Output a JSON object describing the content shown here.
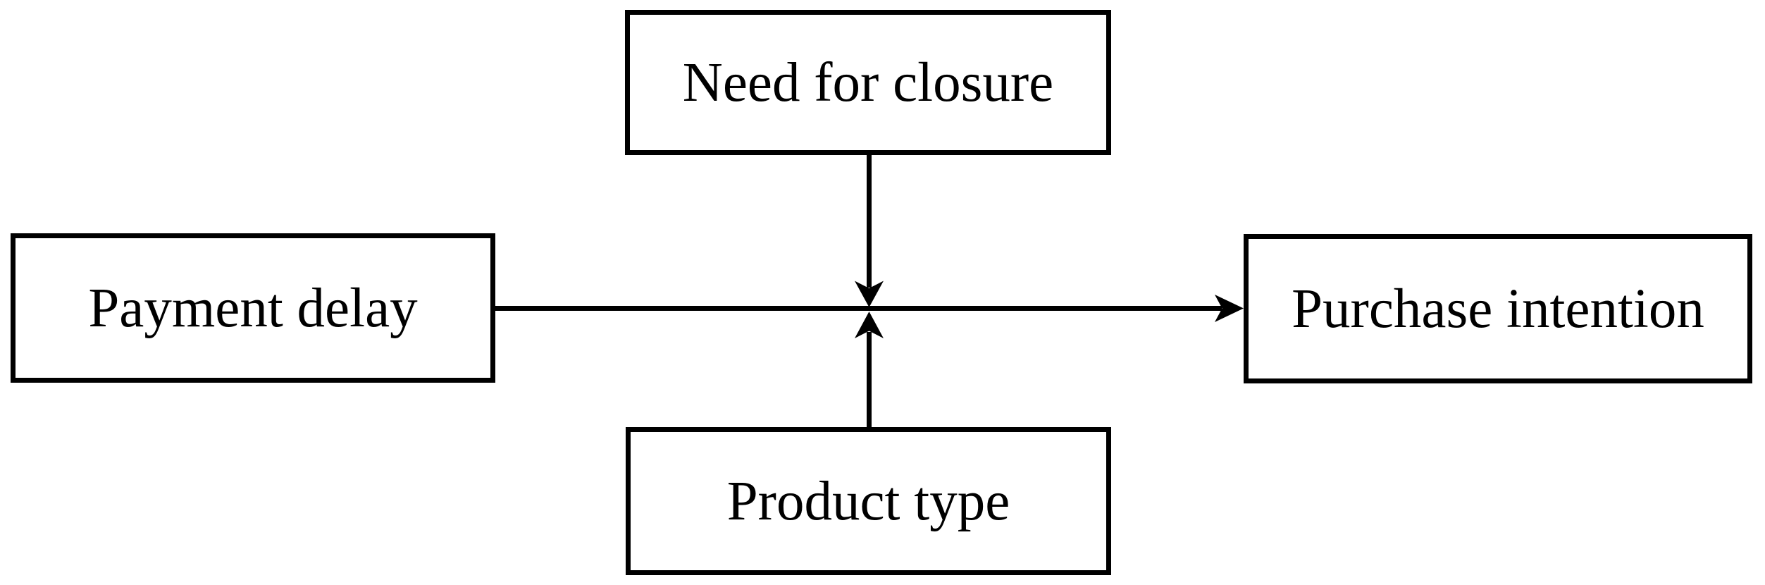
{
  "diagram": {
    "type": "conceptual-moderation-model",
    "nodes": {
      "need_for_closure": {
        "label": "Need for closure",
        "role": "moderator",
        "position": "top-center"
      },
      "payment_delay": {
        "label": "Payment delay",
        "role": "independent-variable",
        "position": "middle-left"
      },
      "purchase_intention": {
        "label": "Purchase intention",
        "role": "dependent-variable",
        "position": "middle-right"
      },
      "product_type": {
        "label": "Product type",
        "role": "moderator",
        "position": "bottom-center"
      }
    },
    "edges": [
      {
        "from": "payment_delay",
        "to": "purchase_intention",
        "style": "straight-arrow-right"
      },
      {
        "from": "need_for_closure",
        "to": "payment_delay->purchase_intention",
        "style": "straight-arrow-down-onto-path"
      },
      {
        "from": "product_type",
        "to": "payment_delay->purchase_intention",
        "style": "straight-arrow-up-onto-path"
      }
    ],
    "colors": {
      "line": "#000000",
      "text": "#000000",
      "box_fill": "#ffffff",
      "background": "#ffffff"
    }
  }
}
